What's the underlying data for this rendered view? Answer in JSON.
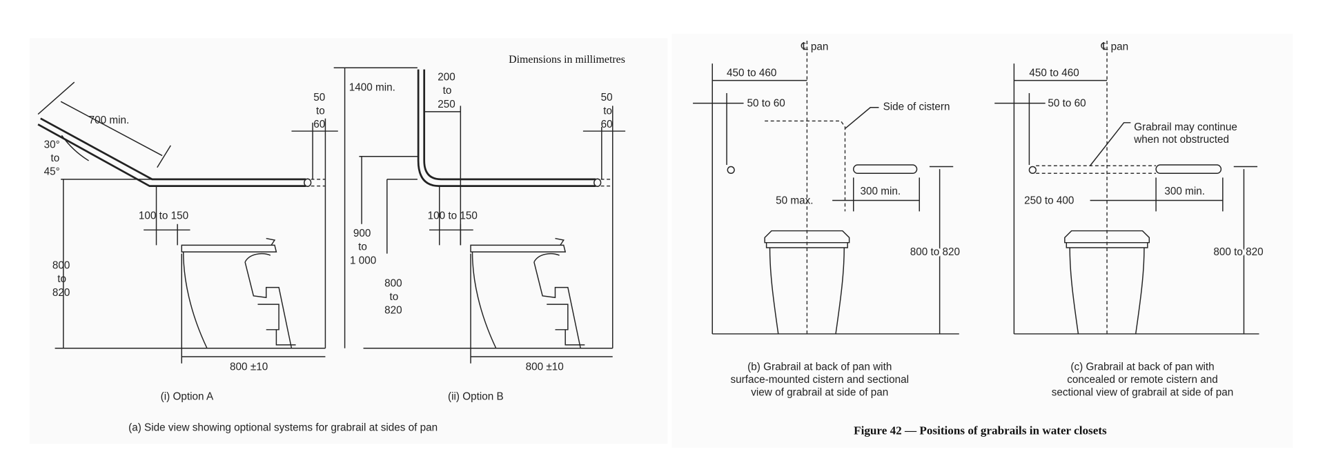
{
  "figure": {
    "units_note": "Dimensions in millimetres",
    "title": "Figure 42 — Positions of grabrails in water closets"
  },
  "panel_a": {
    "caption": "(a) Side view showing optional systems for grabrail at sides of pan",
    "option_a": {
      "label": "(i) Option A",
      "rail_length": "700 min.",
      "angle": [
        "30°",
        "to",
        "45°"
      ],
      "height": [
        "800",
        "to",
        "820"
      ],
      "offset_front": "100 to 150",
      "wall_gap": [
        "50",
        "to",
        "60"
      ],
      "depth": "800 ±10"
    },
    "option_b": {
      "label": "(ii) Option B",
      "top_height": "1400 min.",
      "upright_offset": [
        "200",
        "to",
        "250"
      ],
      "bend_height": [
        "900",
        "to",
        "1 000"
      ],
      "height": [
        "800",
        "to",
        "820"
      ],
      "offset_front": "100 to 150",
      "wall_gap": [
        "50",
        "to",
        "60"
      ],
      "depth": "800 ±10"
    }
  },
  "panel_b": {
    "centerline": "℄ pan",
    "wall_to_center": "450 to 460",
    "wall_gap": "50 to 60",
    "cistern_note": "Side of cistern",
    "rail_length": "300 min.",
    "gap": "50 max.",
    "height": "800 to 820",
    "caption": [
      "(b) Grabrail at back of pan with",
      "surface-mounted cistern and sectional",
      "view of grabrail at side of pan"
    ]
  },
  "panel_c": {
    "centerline": "℄ pan",
    "wall_to_center": "450 to 460",
    "wall_gap": "50 to 60",
    "continue_note": [
      "Grabrail may continue",
      "when not obstructed"
    ],
    "rail_length": "300 min.",
    "offset": "250 to 400",
    "height": "800 to 820",
    "caption": [
      "(c) Grabrail at back of pan with",
      "concealed or remote cistern and",
      "sectional view of grabrail at side of pan"
    ]
  }
}
